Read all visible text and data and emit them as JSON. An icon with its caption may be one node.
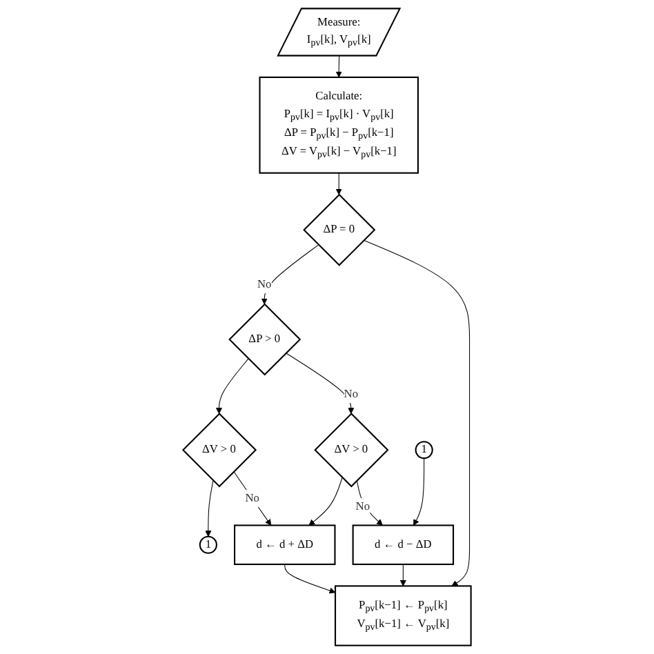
{
  "diagram": {
    "nodes": [
      {
        "text": [
          "Measure:",
          "I$_{pv}$[k], V$_{pv}$[k]"
        ]
      },
      {
        "text": [
          "Calculate:",
          "P$_{pv}$[k] = I$_{pv}$[k] · V$_{pv}$[k]",
          "ΔP = P$_{pv}$[k] − P$_{pv}$[k−1]",
          "ΔV = V$_{pv}$[k] − V$_{pv}$[k−1]"
        ]
      },
      {
        "text": [
          "ΔP = 0"
        ]
      },
      {
        "text": [
          "ΔP > 0"
        ]
      },
      {
        "text": [
          "ΔV > 0"
        ]
      },
      {
        "text": [
          "ΔV > 0"
        ]
      },
      {
        "text": [
          "1"
        ]
      },
      {
        "text": [
          "1"
        ]
      },
      {
        "text": [
          "d ← d + ΔD"
        ]
      },
      {
        "text": [
          "d ← d − ΔD"
        ]
      },
      {
        "text": [
          "P$_{pv}$[k−1] ← P$_{pv}$[k]",
          "V$_{pv}$[k−1] ← V$_{pv}$[k]"
        ]
      }
    ],
    "edges": [
      {
        "from": 0,
        "to": 1,
        "arrow": "to"
      },
      {
        "from": 1,
        "to": 2,
        "arrow": "to"
      },
      {
        "from": 2,
        "to": 3,
        "arrow": "to",
        "label": "No"
      },
      {
        "from": 2,
        "to": 10,
        "arrow": "to"
      },
      {
        "from": 3,
        "to": 4,
        "arrow": "to"
      },
      {
        "from": 3,
        "to": 5,
        "arrow": "to",
        "label": "No"
      },
      {
        "from": 4,
        "to": 6,
        "arrow": "to"
      },
      {
        "from": 4,
        "to": 8,
        "arrow": "to",
        "label": "No"
      },
      {
        "from": 5,
        "to": 8,
        "arrow": "to"
      },
      {
        "from": 5,
        "to": 9,
        "arrow": "to",
        "label": "No"
      },
      {
        "from": 7,
        "to": 9,
        "arrow": "to"
      },
      {
        "from": 8,
        "to": 10,
        "arrow": "to"
      },
      {
        "from": 9,
        "to": 10,
        "arrow": "to"
      }
    ]
  }
}
